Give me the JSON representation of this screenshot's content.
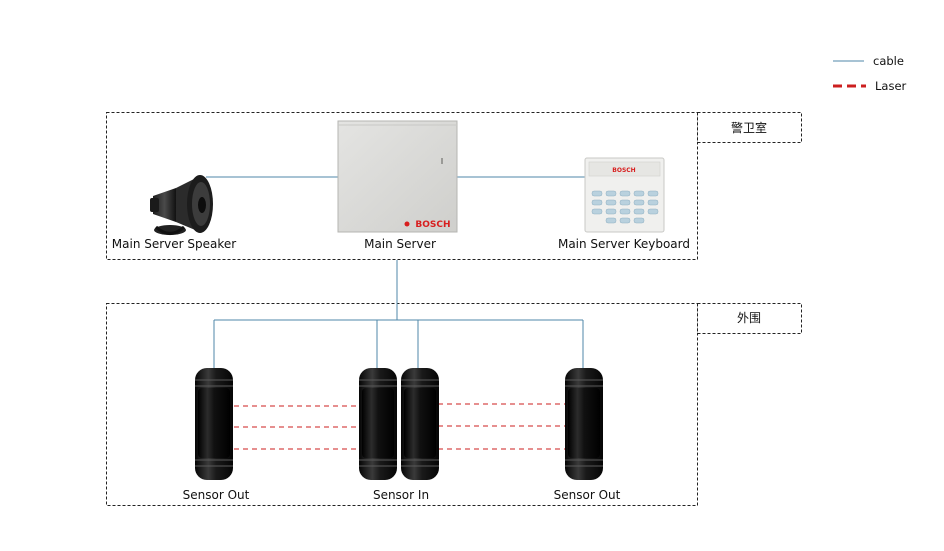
{
  "legend": {
    "cable": "cable",
    "laser": "Laser"
  },
  "zones": {
    "guard_room": "警卫室",
    "perimeter": "外围"
  },
  "devices": {
    "speaker": "Main Server Speaker",
    "server": "Main Server",
    "server_brand": "BOSCH",
    "keyboard": "Main Server Keyboard",
    "keyboard_brand": "BOSCH",
    "sensor_out_left": "Sensor Out",
    "sensor_in": "Sensor In",
    "sensor_out_right": "Sensor Out"
  },
  "colors": {
    "cable": "#4f87a8",
    "laser": "#cc1f1f",
    "brand": "#d81e1e"
  }
}
